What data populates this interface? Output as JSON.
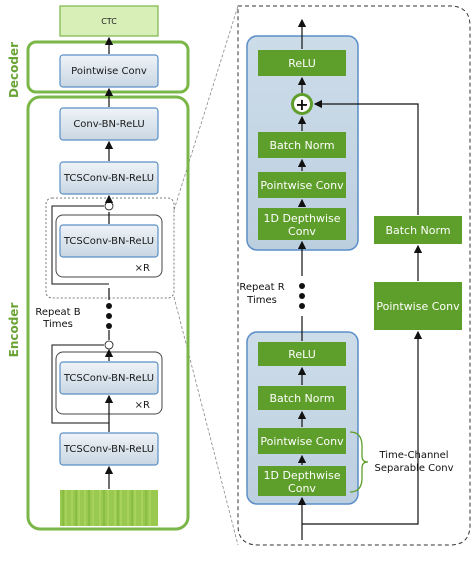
{
  "sections": {
    "decoder": "Decoder",
    "encoder": "Encoder"
  },
  "left": {
    "ctc": "CTC",
    "pointwise_conv": "Pointwise Conv",
    "conv_bn_relu": "Conv-BN-ReLU",
    "tcs_top": "TCSConv-BN-ReLU",
    "tcs_block_r": "TCSConv-BN-ReLU",
    "times_r_top": "×R",
    "repeat_b_line1": "Repeat B",
    "repeat_b_line2": "Times",
    "tcs_block_1": "TCSConv-BN-ReLU",
    "times_r_bottom": "×R",
    "tcs_bottom": "TCSConv-BN-ReLU"
  },
  "right_top": {
    "relu": "ReLU",
    "add_symbol": "+",
    "batch_norm": "Batch Norm",
    "pointwise_conv": "Pointwise Conv",
    "depthwise_line1": "1D Depthwise",
    "depthwise_line2": "Conv"
  },
  "residual": {
    "batch_norm": "Batch Norm",
    "pointwise_conv": "Pointwise Conv"
  },
  "repeat_r": {
    "line1": "Repeat R",
    "line2": "Times"
  },
  "right_bottom": {
    "relu": "ReLU",
    "batch_norm": "Batch Norm",
    "pointwise_conv": "Pointwise Conv",
    "depthwise_line1": "1D Depthwise",
    "depthwise_line2": "Conv"
  },
  "tcs_annotation": {
    "line1": "Time-Channel",
    "line2": "Separable Conv"
  },
  "colors": {
    "green_accent": "#7ab648",
    "green_block": "#5e9e2a",
    "light_green": "#d8efb8",
    "blue_border": "#5b8fc7",
    "block_fill": "#dde7ef"
  }
}
